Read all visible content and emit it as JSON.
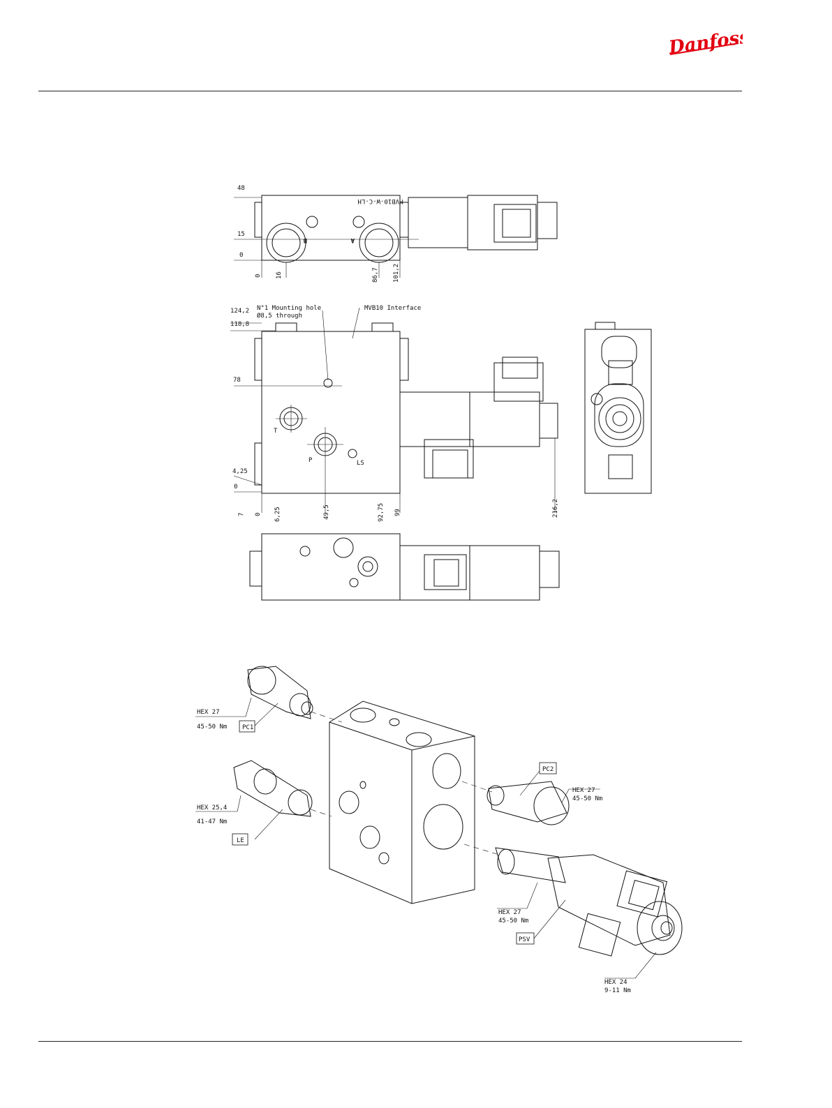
{
  "header": {
    "brand": "Danfoss",
    "brand_color": "#e2000f"
  },
  "top_view": {
    "part_marking": "MVB10-W-C-LH",
    "port_labels": [
      "B",
      "A"
    ],
    "dims_vertical": [
      "48",
      "15",
      "0"
    ],
    "dims_horizontal": [
      "0",
      "16",
      "86,7",
      "101,2"
    ]
  },
  "front_view": {
    "callout_mounting_hole_1": "N°1 Mounting hole",
    "callout_mounting_hole_2": "Ø8,5 through",
    "callout_interface": "MVB10 Interface",
    "port_labels": {
      "t": "T",
      "p": "P",
      "ls": "LS"
    },
    "dims_vertical": [
      "124,2",
      "118,8",
      "78",
      "4,25",
      "0"
    ],
    "dims_horizontal": [
      "7",
      "0",
      "6,25",
      "49,5",
      "92,75",
      "99",
      "216,2"
    ]
  },
  "exploded_view": {
    "pc1": {
      "tag": "PC1",
      "hex": "HEX 27",
      "torque": "45-50 Nm"
    },
    "le": {
      "tag": "LE",
      "hex": "HEX 25,4",
      "torque": "41-47 Nm"
    },
    "pc2": {
      "tag": "PC2",
      "hex": "HEX 27",
      "torque": "45-50 Nm"
    },
    "psv": {
      "tag": "PSV",
      "hex": "HEX 27",
      "torque": "45-50 Nm"
    },
    "coil_nut": {
      "hex": "HEX 24",
      "torque": "9-11 Nm"
    }
  }
}
